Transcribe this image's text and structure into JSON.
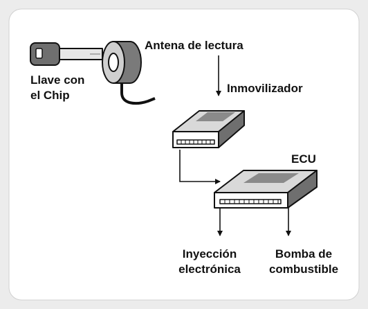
{
  "labels": {
    "key_line1": "Llave con",
    "key_line2": "el Chip",
    "antenna": "Antena de lectura",
    "immobilizer": "Inmovilizador",
    "ecu": "ECU",
    "injection_line1": "Inyección",
    "injection_line2": "electrónica",
    "pump_line1": "Bomba de",
    "pump_line2": "combustible"
  },
  "colors": {
    "background": "#ececec",
    "panel": "#ffffff",
    "outline": "#111111",
    "device_dark": "#6f6f6f",
    "device_mid": "#9a9a9a",
    "device_light": "#d9d9d9"
  },
  "icons": {
    "key": "key-icon",
    "antenna": "antenna-coil-icon",
    "immobilizer": "immobilizer-box-icon",
    "ecu": "ecu-box-icon"
  }
}
